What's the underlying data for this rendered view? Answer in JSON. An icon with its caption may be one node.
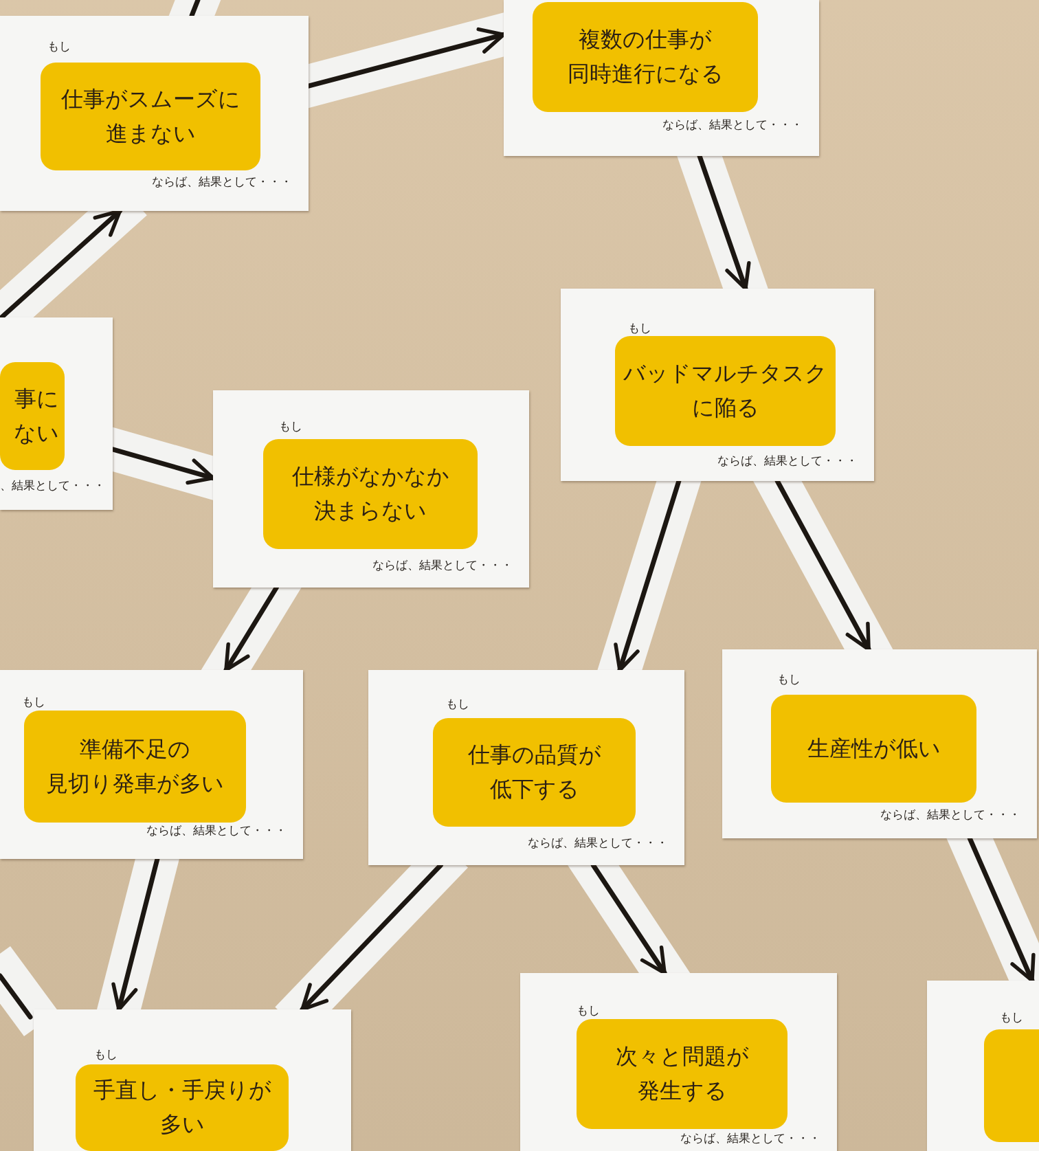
{
  "diagram": {
    "nodes": [
      {
        "text": [
          "もし",
          "仕事がスムーズに進まない",
          "ならば、結果として・・・"
        ]
      },
      {
        "text": [
          "複数の仕事が同時進行になる",
          "ならば、結果として・・・"
        ]
      },
      {
        "text": [
          "事にない",
          "、結果として・・・"
        ]
      },
      {
        "text": [
          "もし",
          "仕様がなかなか決まらない",
          "ならば、結果として・・・"
        ]
      },
      {
        "text": [
          "もし",
          "バッドマルチタスクに陥る",
          "ならば、結果として・・・"
        ]
      },
      {
        "text": [
          "もし",
          "準備不足の見切り発車が多い",
          "ならば、結果として・・・"
        ]
      },
      {
        "text": [
          "もし",
          "仕事の品質が低下する",
          "ならば、結果として・・・"
        ]
      },
      {
        "text": [
          "もし",
          "生産性が低い",
          "ならば、結果として・・・"
        ]
      },
      {
        "text": [
          "もし",
          "手直し・手戻りが多い"
        ]
      },
      {
        "text": [
          "もし",
          "次々と問題が発生する",
          "ならば、結果として・・・"
        ]
      },
      {
        "text": [
          "もし"
        ]
      }
    ],
    "edges": [
      {
        "from": null,
        "to": 0,
        "arrow": "none"
      },
      {
        "from": 0,
        "to": 1,
        "arrow": "to"
      },
      {
        "from": 2,
        "to": 0,
        "arrow": "to"
      },
      {
        "from": 2,
        "to": 3,
        "arrow": "to"
      },
      {
        "from": 1,
        "to": 4,
        "arrow": "to"
      },
      {
        "from": 3,
        "to": 5,
        "arrow": "to"
      },
      {
        "from": 4,
        "to": 6,
        "arrow": "to"
      },
      {
        "from": 4,
        "to": 7,
        "arrow": "to"
      },
      {
        "from": 5,
        "to": 8,
        "arrow": "to"
      },
      {
        "from": 6,
        "to": 8,
        "arrow": "to"
      },
      {
        "from": 6,
        "to": 9,
        "arrow": "to"
      },
      {
        "from": 7,
        "to": 10,
        "arrow": "to"
      }
    ]
  }
}
